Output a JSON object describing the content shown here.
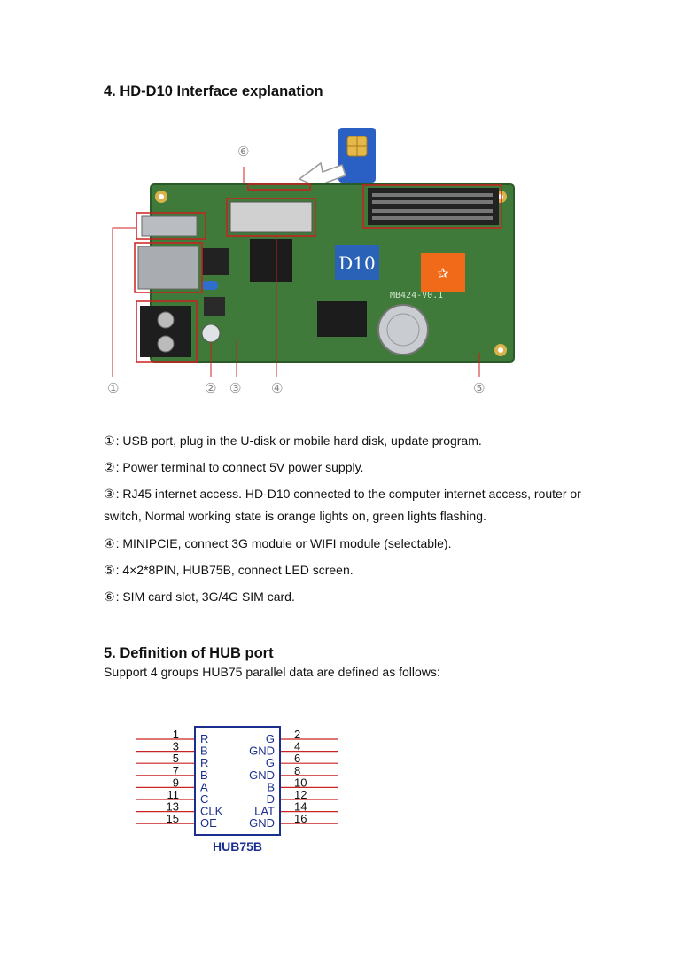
{
  "section4": {
    "title": "4. HD-D10 Interface explanation",
    "board": {
      "chip_label": "D10",
      "board_code": "MB424-V0.1",
      "callouts": [
        "①",
        "②",
        "③",
        "④",
        "⑤",
        "⑥"
      ]
    },
    "items": [
      {
        "num": "①",
        "text": ": USB port, plug in the U-disk or mobile hard disk, update program."
      },
      {
        "num": "②",
        "text": ": Power terminal to connect 5V power supply."
      },
      {
        "num": "③",
        "text": ": RJ45 internet access. HD-D10 connected to the computer internet access, router or",
        "cont": "switch, Normal working state is orange lights on, green lights flashing."
      },
      {
        "num": "④",
        "text": ": MINIPCIE, connect 3G module or WIFI module (selectable)."
      },
      {
        "num": "⑤",
        "text": ": 4×2*8PIN, HUB75B, connect LED screen."
      },
      {
        "num": "⑥",
        "text": ": SIM card slot, 3G/4G SIM card."
      }
    ]
  },
  "section5": {
    "title": "5. Definition of HUB port",
    "subtitle": "Support 4 groups HUB75 parallel data are defined as follows:",
    "hub": {
      "name": "HUB75B",
      "left_numbers": [
        "1",
        "3",
        "5",
        "7",
        "9",
        "11",
        "13",
        "15"
      ],
      "left_signals": [
        "R",
        "B",
        "R",
        "B",
        "A",
        "C",
        "CLK",
        "OE"
      ],
      "right_signals": [
        "G",
        "GND",
        "G",
        "GND",
        "B",
        "D",
        "LAT",
        "GND"
      ],
      "right_numbers": [
        "2",
        "4",
        "6",
        "8",
        "10",
        "12",
        "14",
        "16"
      ],
      "line_color": "#cc2222",
      "text_color": "#1c2f8f"
    }
  },
  "colors": {
    "pcb_green": "#3f7a3a",
    "highlight_red": "#cc2020",
    "chip_blue": "#2a62b8",
    "logo_orange": "#f06a1a"
  }
}
